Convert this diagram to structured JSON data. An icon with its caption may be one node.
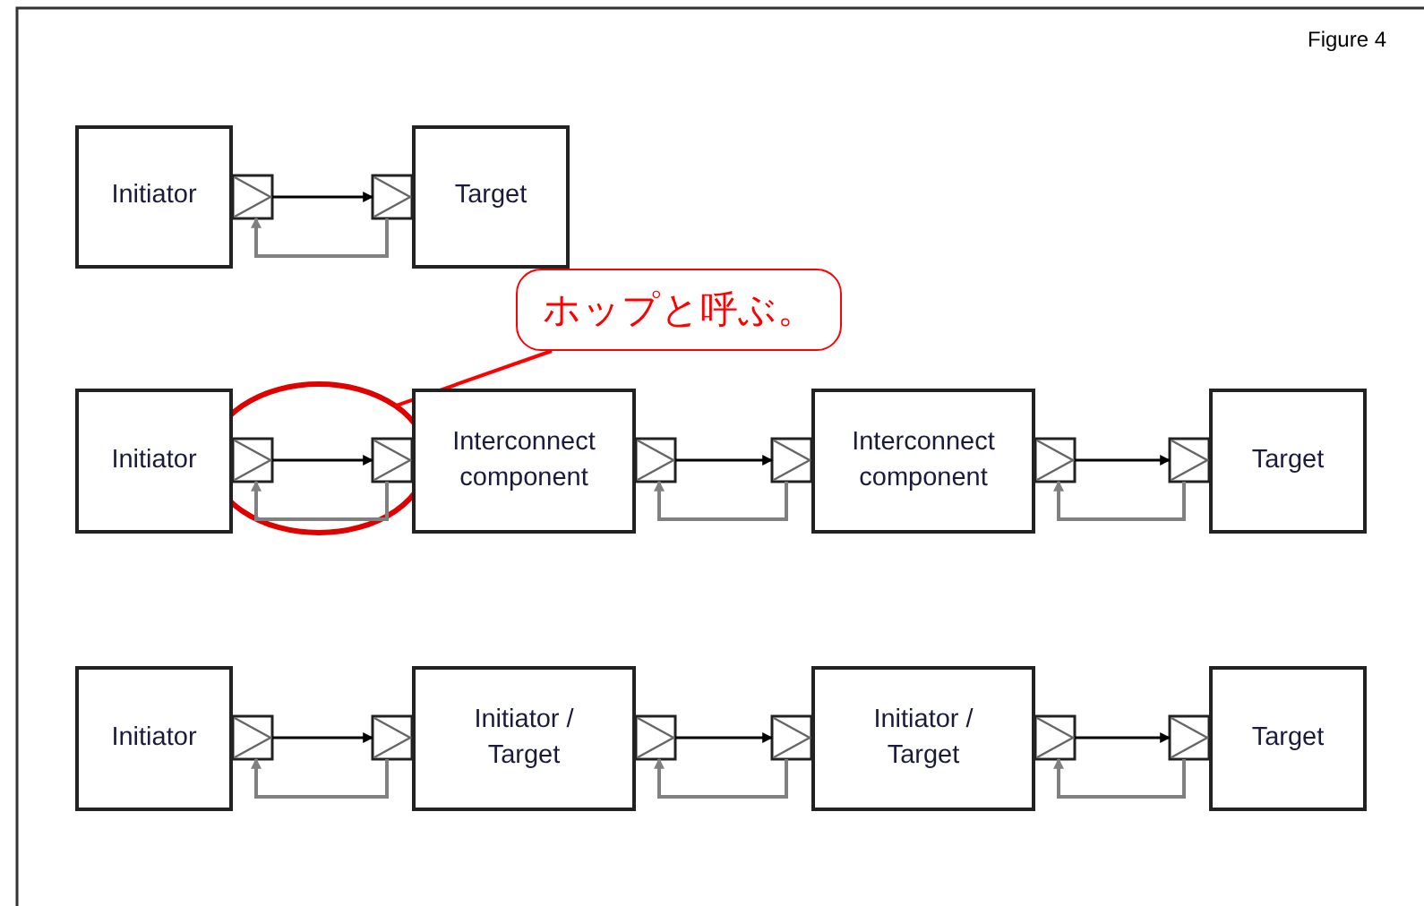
{
  "diagram": {
    "nodes": [
      {
        "text": [
          "Initiator"
        ]
      },
      {
        "text": [],
        "shape": "box"
      },
      {
        "text": [],
        "shape": "box"
      },
      {
        "text": [
          "Target"
        ]
      },
      {
        "text": [
          "ホップと呼ぶ。"
        ]
      },
      {
        "text": [],
        "shape": "ellipse"
      },
      {
        "text": [
          "Initiator"
        ]
      },
      {
        "text": [],
        "shape": "box",
        "in": 5
      },
      {
        "text": [],
        "shape": "box",
        "in": 5
      },
      {
        "text": [
          "Interconnect component"
        ]
      },
      {
        "text": [],
        "shape": "box"
      },
      {
        "text": [],
        "shape": "box"
      },
      {
        "text": [
          "Interconnect component"
        ]
      },
      {
        "text": [],
        "shape": "box"
      },
      {
        "text": [],
        "shape": "box"
      },
      {
        "text": [
          "Target"
        ]
      },
      {
        "text": [
          "Initiator"
        ]
      },
      {
        "text": [],
        "shape": "box"
      },
      {
        "text": [],
        "shape": "box"
      },
      {
        "text": [
          "Initiator / Target"
        ]
      },
      {
        "text": [],
        "shape": "box"
      },
      {
        "text": [],
        "shape": "box"
      },
      {
        "text": [
          "Initiator / Target"
        ]
      },
      {
        "text": [],
        "shape": "box"
      },
      {
        "text": [],
        "shape": "box"
      },
      {
        "text": [
          "Target"
        ]
      }
    ],
    "edges": [
      {
        "from": 1,
        "to": 2,
        "arrow": "to"
      },
      {
        "from": 2,
        "to": 1,
        "arrow": "to",
        "color": "#808080"
      },
      {
        "from": 4,
        "to": 5,
        "arrow": "none",
        "color": "#ff0000"
      },
      {
        "from": 7,
        "to": 8,
        "arrow": "to"
      },
      {
        "from": 8,
        "to": 7,
        "arrow": "to",
        "color": "#808080"
      },
      {
        "from": 10,
        "to": 11,
        "arrow": "to"
      },
      {
        "from": 11,
        "to": 10,
        "arrow": "to",
        "color": "#808080"
      },
      {
        "from": 13,
        "to": 14,
        "arrow": "to"
      },
      {
        "from": 14,
        "to": 13,
        "arrow": "to",
        "color": "#808080"
      },
      {
        "from": 17,
        "to": 18,
        "arrow": "to"
      },
      {
        "from": 18,
        "to": 17,
        "arrow": "to",
        "color": "#808080"
      },
      {
        "from": 20,
        "to": 21,
        "arrow": "to"
      },
      {
        "from": 21,
        "to": 20,
        "arrow": "to",
        "color": "#808080"
      },
      {
        "from": 23,
        "to": 24,
        "arrow": "to"
      },
      {
        "from": 24,
        "to": 23,
        "arrow": "to",
        "color": "#808080"
      }
    ],
    "labels": [
      "Figure 4"
    ]
  }
}
